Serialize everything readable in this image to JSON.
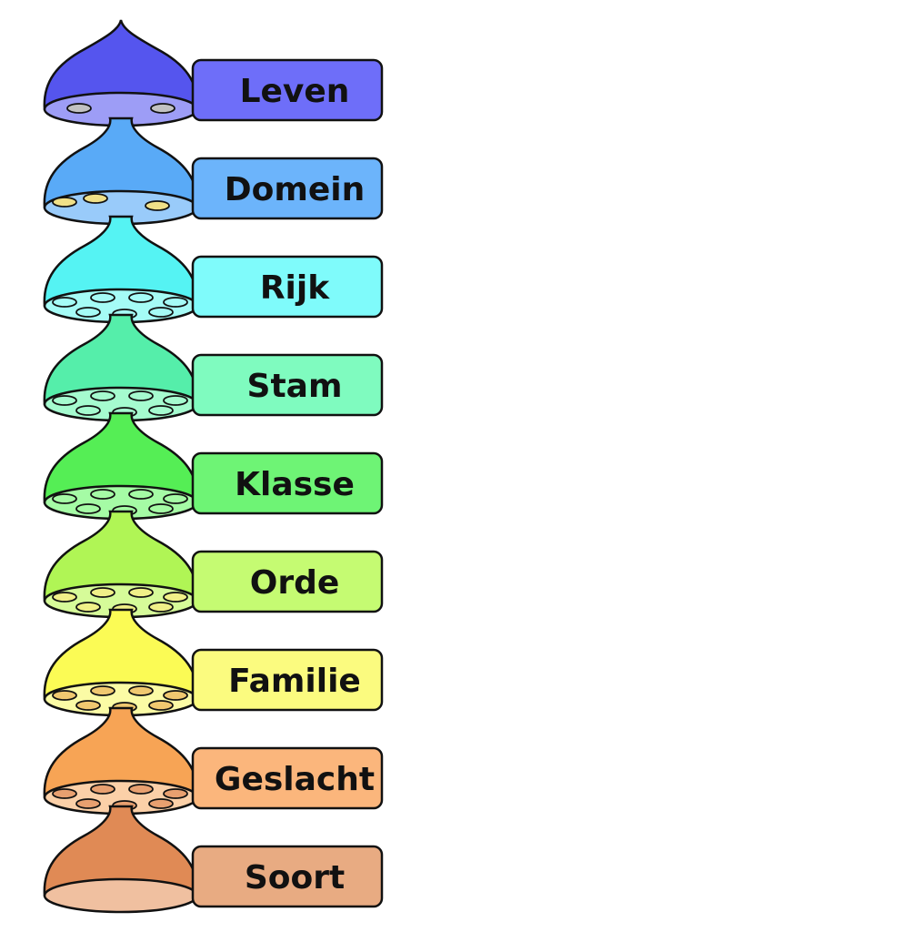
{
  "diagram": {
    "ranks": [
      {
        "label": "Leven",
        "color": "#6e6ef9",
        "dome_color": "#5555ee",
        "light": "#9d9df6",
        "hole": "#c2c2c2",
        "holes": 2
      },
      {
        "label": "Domein",
        "color": "#6cb4fb",
        "dome_color": "#59aaf7",
        "light": "#99cbfa",
        "hole": "#f0e088",
        "holes": 3
      },
      {
        "label": "Rijk",
        "color": "#7ffbfb",
        "dome_color": "#55f3f3",
        "light": "#a5fbf6",
        "hole": "#a5fbf6",
        "holes": 7
      },
      {
        "label": "Stam",
        "color": "#7ffbbf",
        "dome_color": "#55eeaa",
        "light": "#a5fbcf",
        "hole": "#a5fbcf",
        "holes": 7
      },
      {
        "label": "Klasse",
        "color": "#6ef475",
        "dome_color": "#55ee55",
        "light": "#a5fba5",
        "hole": "#a5fba5",
        "holes": 7
      },
      {
        "label": "Orde",
        "color": "#c5fb72",
        "dome_color": "#b0f555",
        "light": "#d6fb99",
        "hole": "#f0f088",
        "holes": 7
      },
      {
        "label": "Familie",
        "color": "#fbfb7f",
        "dome_color": "#fbfb55",
        "light": "#fbfba5",
        "hole": "#f0c870",
        "holes": 7
      },
      {
        "label": "Geslacht",
        "color": "#fbb67c",
        "dome_color": "#f7a455",
        "light": "#fbd0a8",
        "hole": "#e8a070",
        "holes": 7
      },
      {
        "label": "Soort",
        "color": "#e8ab82",
        "dome_color": "#e08a55",
        "light": "#f0c0a0",
        "hole": "#e8ab82",
        "holes": 0
      }
    ]
  }
}
